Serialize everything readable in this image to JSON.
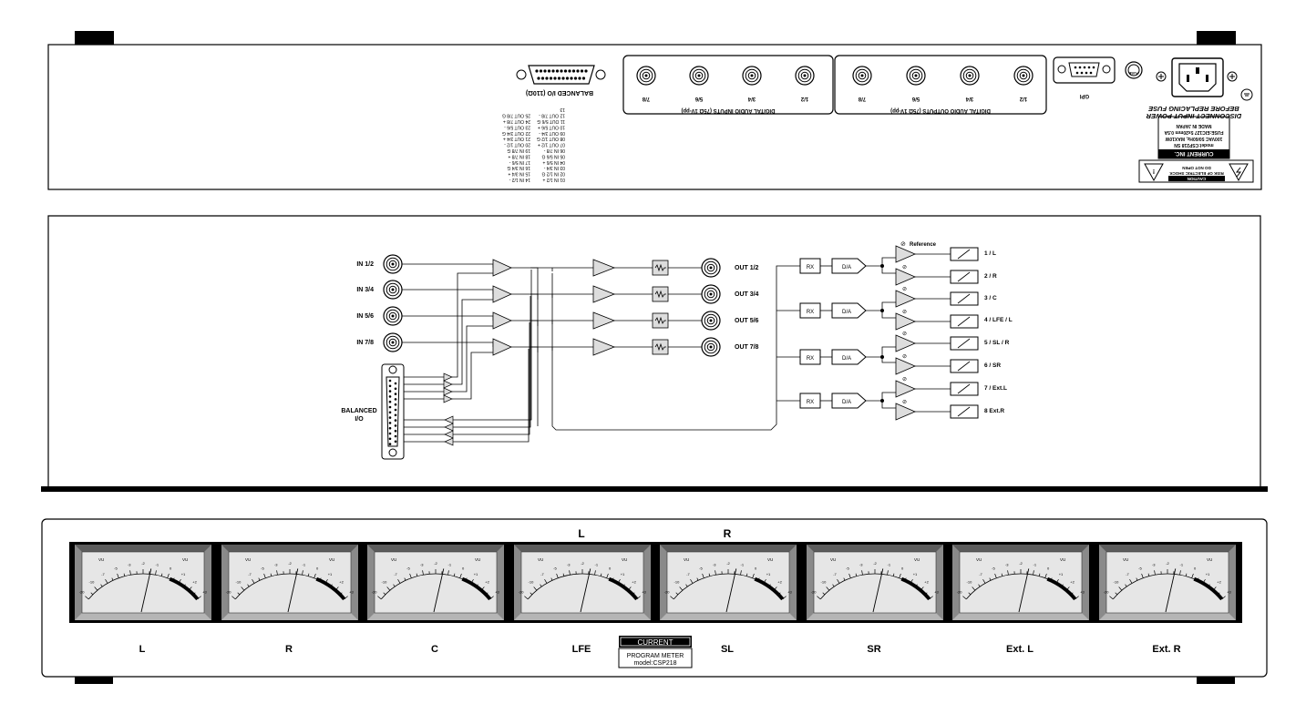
{
  "rear_panel": {
    "balanced_io_label": "BALANCED I/O (110Ω)",
    "pin_list": [
      "01  IN  1/2  +",
      "02  IN  1/2  G",
      "03  IN  3/4  -",
      "04  IN  5/6  +",
      "05  IN  5/6  G",
      "06  IN  7/8  -",
      "07  OUT 1/2  +",
      "08  OUT 1/2  G",
      "09  OUT 3/4  -",
      "10  OUT 5/6  +",
      "11  OUT 5/6  G",
      "12  OUT 7/8  -",
      "13",
      "14  IN  1/2  -",
      "15  IN  3/4  +",
      "16  IN  3/4  G",
      "17  IN  5/6  -",
      "18  IN  7/8  +",
      "19  IN  7/8  G",
      "20  OUT 1/2  -",
      "21  OUT 3/4  +",
      "22  OUT 3/4  G",
      "23  OUT 5/6  -",
      "24  OUT 7/8  +",
      "25  OUT 7/8  G"
    ],
    "digital_inputs_label": "DIGITAL AUDIO INPUTS (75Ω 1V-pp)",
    "digital_inputs": [
      "1/2",
      "3/4",
      "5/6",
      "7/8"
    ],
    "digital_outputs_label": "DIGITAL AUDIO OUTPUTS (75Ω 1V-pp)",
    "digital_outputs": [
      "1/2",
      "3/4",
      "5/6",
      "7/8"
    ],
    "gpi_label": "GPI",
    "fuse_label": "FUSE",
    "power_warning": [
      "DISCONNECT INPUT POWER",
      "BEFORE REPLACING FUSE"
    ],
    "brand": "CURRENT INC.",
    "spec_lines": [
      "model:CSP218 SN",
      "100VAC 50/60Hz, MAX10W",
      "FUSE:EIC127 5x20mm 0.5A",
      "MADE IN JAPAN"
    ],
    "caution_title": "CAUTION",
    "caution_lines": [
      "RISK OF ELECTRIC SHOCK",
      "DO NOT OPEN"
    ]
  },
  "diagram": {
    "inputs": [
      "IN 1/2",
      "IN 3/4",
      "IN 5/6",
      "IN 7/8"
    ],
    "outputs": [
      "OUT 1/2",
      "OUT 3/4",
      "OUT 5/6",
      "OUT 7/8"
    ],
    "balanced_label": [
      "BALANCED",
      "I/O"
    ],
    "rx_label": "RX",
    "da_label": "D/A",
    "reference_label": "Reference",
    "meter_outputs": [
      "1 / L",
      "2 / R",
      "3 / C",
      "4 / LFE / L",
      "5 / SL / R",
      "6 / SR",
      "7 / Ext.L",
      "8 Ext.R"
    ]
  },
  "front_panel": {
    "top_labels": [
      "L",
      "R"
    ],
    "meter_scale_top": [
      "-20",
      "-10",
      "-7",
      "-5",
      "-3",
      "-2",
      "-1",
      "0",
      "+1",
      "+2",
      "+3"
    ],
    "meter_vu": "VU",
    "channel_labels": [
      "L",
      "R",
      "C",
      "LFE",
      "SL",
      "SR",
      "Ext. L",
      "Ext. R"
    ],
    "badge_brand": "CURRENT",
    "badge_title": "PROGRAM METER",
    "badge_model": "model:CSP218"
  }
}
